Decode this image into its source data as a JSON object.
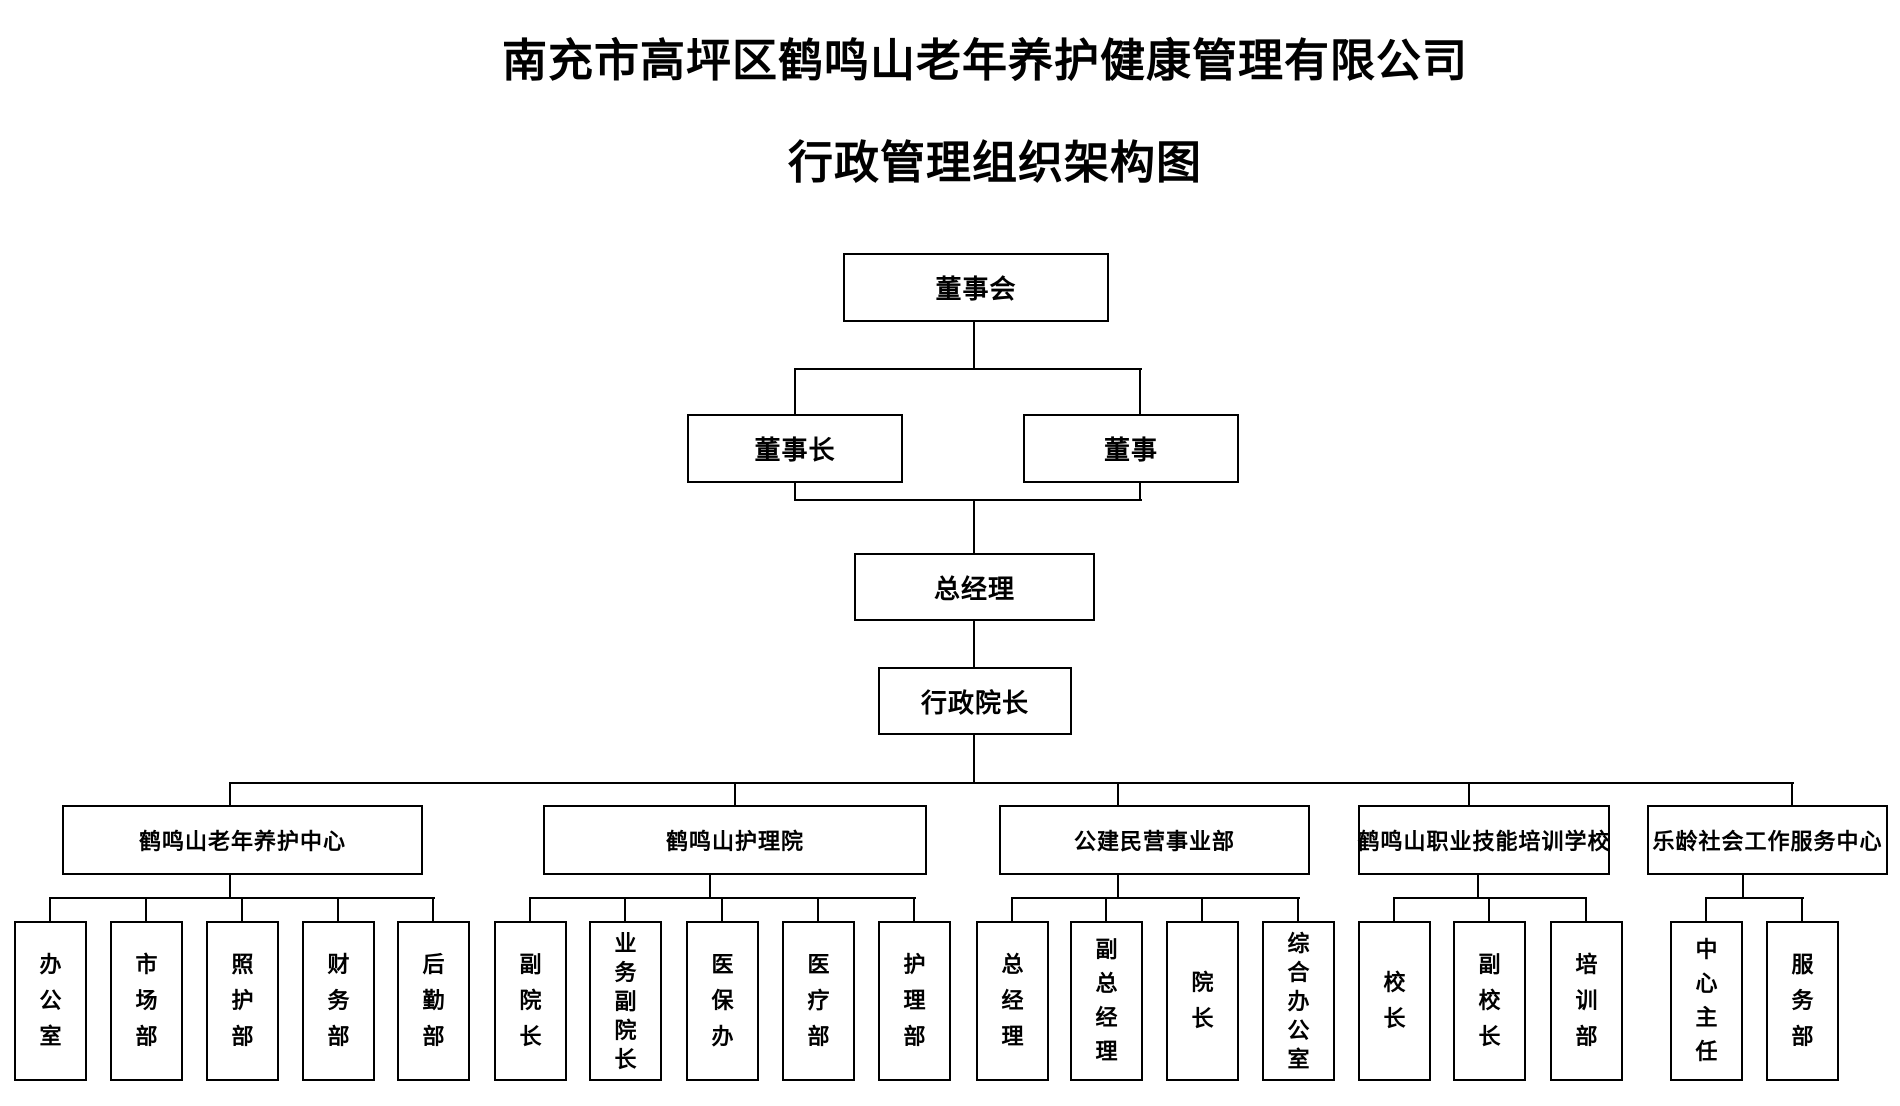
{
  "page": {
    "title": "南充市高坪区鹤鸣山老年养护健康管理有限公司",
    "subtitle": "行政管理组织架构图"
  },
  "org": {
    "board": "董事会",
    "chairman": "董事长",
    "director": "董事",
    "general_manager": "总经理",
    "admin_dean": "行政院长",
    "divisions": [
      {
        "label": "鹤鸣山老年养护中心",
        "children": [
          "办公室",
          "市场部",
          "照护部",
          "财务部",
          "后勤部"
        ]
      },
      {
        "label": "鹤鸣山护理院",
        "children": [
          "副院长",
          "业务副院长",
          "医保办",
          "医疗部",
          "护理部"
        ]
      },
      {
        "label": "公建民营事业部",
        "children": [
          "总经理",
          "副总经理",
          "院长",
          "综合办公室"
        ]
      },
      {
        "label": "鹤鸣山职业技能培训学校",
        "children": [
          "校长",
          "副校长",
          "培训部"
        ]
      },
      {
        "label": "乐龄社会工作服务中心",
        "children": [
          "中心主任",
          "服务部"
        ]
      }
    ]
  },
  "colors": {
    "line": "#000000",
    "text": "#000000",
    "background": "#ffffff"
  }
}
